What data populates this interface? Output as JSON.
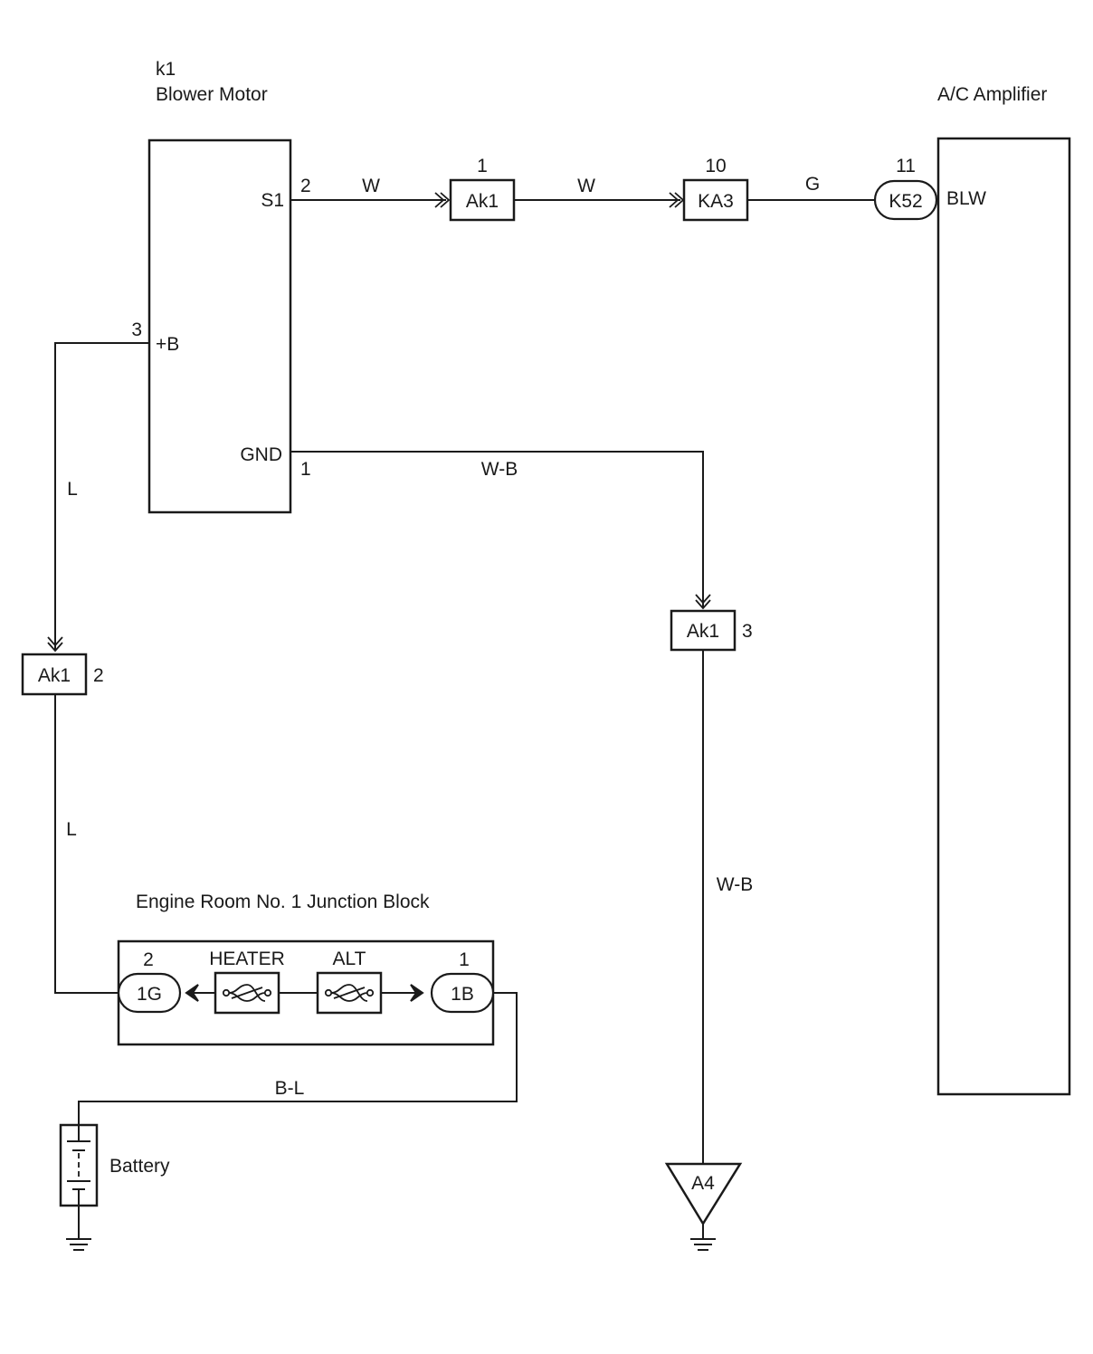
{
  "blower_motor": {
    "code": "k1",
    "name": "Blower Motor",
    "pins": {
      "s1": "S1",
      "s1_num": "2",
      "b": "+B",
      "b_num": "3",
      "gnd": "GND",
      "gnd_num": "1"
    }
  },
  "ac_amplifier": {
    "name": "A/C Amplifier",
    "pin": "BLW",
    "connector": "K52",
    "connector_num": "11"
  },
  "connectors": {
    "ak1_top": {
      "label": "Ak1",
      "num": "1"
    },
    "ka3": {
      "label": "KA3",
      "num": "10"
    },
    "ak1_left": {
      "label": "Ak1",
      "num": "2"
    },
    "ak1_right": {
      "label": "Ak1",
      "num": "3"
    }
  },
  "wires": {
    "w1": "W",
    "w2": "W",
    "g": "G",
    "wb1": "W-B",
    "wb2": "W-B",
    "l1": "L",
    "l2": "L",
    "bl": "B-L"
  },
  "junction_block": {
    "name": "Engine Room No. 1 Junction Block",
    "left_conn": "1G",
    "left_num": "2",
    "right_conn": "1B",
    "right_num": "1",
    "fuse1": "HEATER",
    "fuse2": "ALT"
  },
  "battery": {
    "label": "Battery"
  },
  "ground": {
    "label": "A4"
  }
}
